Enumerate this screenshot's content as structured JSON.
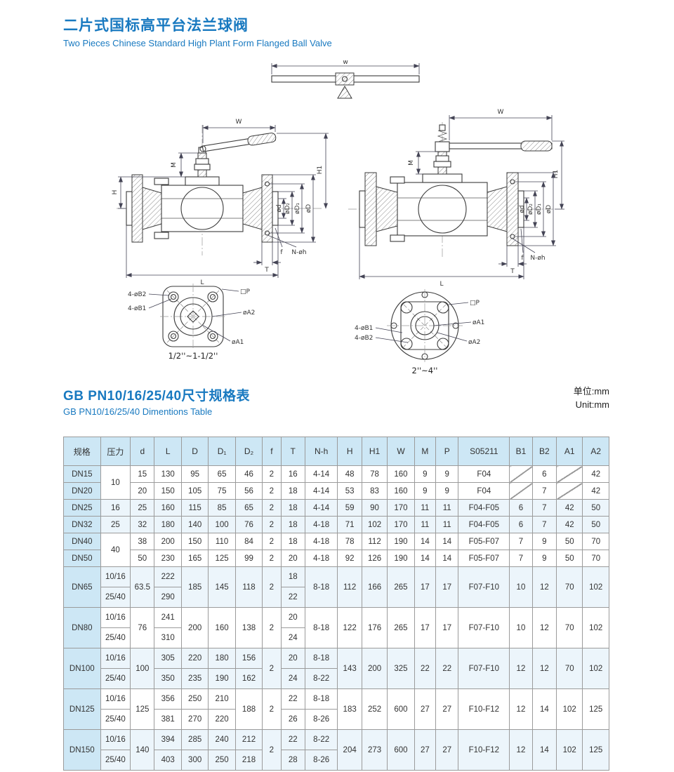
{
  "header": {
    "title_zh": "二片式国标高平台法兰球阀",
    "title_en": "Two Pieces Chinese Standard High Plant Form Flanged Ball Valve"
  },
  "drawings": {
    "dim": {
      "W": "W",
      "Wtop": "w",
      "M": "M",
      "H": "H",
      "H1": "H1",
      "d": "ød",
      "D2": "øD₂",
      "D1": "øD₁",
      "D": "øD",
      "f": "f",
      "Nh": "N-øh",
      "T": "T",
      "L": "L"
    },
    "flange": {
      "B2": "4-øB2",
      "B1": "4-øB1",
      "P": "□P",
      "A2": "øA2",
      "A1": "øA1"
    },
    "caption_small": "1/2''~1-1/2''",
    "caption_large": "2''~4''"
  },
  "section": {
    "title_zh": "GB PN10/16/25/40尺寸规格表",
    "title_en": "GB PN10/16/25/40 Dimentions Table",
    "unit_zh": "单位:mm",
    "unit_en": "Unit:mm"
  },
  "table": {
    "headers": [
      "规格",
      "压力",
      "d",
      "L",
      "D",
      "D₁",
      "D₂",
      "f",
      "T",
      "N-h",
      "H",
      "H1",
      "W",
      "M",
      "P",
      "S05211",
      "B1",
      "B2",
      "A1",
      "A2"
    ],
    "rows": [
      {
        "tint": false,
        "cells": [
          {
            "t": "DN15",
            "c": "spec"
          },
          {
            "t": "10",
            "rs": 2
          },
          {
            "t": "15"
          },
          {
            "t": "130"
          },
          {
            "t": "95"
          },
          {
            "t": "65"
          },
          {
            "t": "46"
          },
          {
            "t": "2"
          },
          {
            "t": "16"
          },
          {
            "t": "4-14"
          },
          {
            "t": "48"
          },
          {
            "t": "78"
          },
          {
            "t": "160"
          },
          {
            "t": "9"
          },
          {
            "t": "9"
          },
          {
            "t": "F04"
          },
          {
            "t": "",
            "c": "diag"
          },
          {
            "t": "6"
          },
          {
            "t": "",
            "c": "diag"
          },
          {
            "t": "42"
          }
        ]
      },
      {
        "tint": false,
        "cells": [
          {
            "t": "DN20",
            "c": "spec"
          },
          {
            "t": "20"
          },
          {
            "t": "150"
          },
          {
            "t": "105"
          },
          {
            "t": "75"
          },
          {
            "t": "56"
          },
          {
            "t": "2"
          },
          {
            "t": "18"
          },
          {
            "t": "4-14"
          },
          {
            "t": "53"
          },
          {
            "t": "83"
          },
          {
            "t": "160"
          },
          {
            "t": "9"
          },
          {
            "t": "9"
          },
          {
            "t": "F04"
          },
          {
            "t": "",
            "c": "diag"
          },
          {
            "t": "7"
          },
          {
            "t": "",
            "c": "diag"
          },
          {
            "t": "42"
          }
        ]
      },
      {
        "tint": true,
        "cells": [
          {
            "t": "DN25",
            "c": "spec"
          },
          {
            "t": "16"
          },
          {
            "t": "25"
          },
          {
            "t": "160"
          },
          {
            "t": "115"
          },
          {
            "t": "85"
          },
          {
            "t": "65"
          },
          {
            "t": "2"
          },
          {
            "t": "18"
          },
          {
            "t": "4-14"
          },
          {
            "t": "59"
          },
          {
            "t": "90"
          },
          {
            "t": "170"
          },
          {
            "t": "11"
          },
          {
            "t": "11"
          },
          {
            "t": "F04-F05"
          },
          {
            "t": "6"
          },
          {
            "t": "7"
          },
          {
            "t": "42"
          },
          {
            "t": "50"
          }
        ]
      },
      {
        "tint": true,
        "cells": [
          {
            "t": "DN32",
            "c": "spec"
          },
          {
            "t": "25"
          },
          {
            "t": "32"
          },
          {
            "t": "180"
          },
          {
            "t": "140"
          },
          {
            "t": "100"
          },
          {
            "t": "76"
          },
          {
            "t": "2"
          },
          {
            "t": "18"
          },
          {
            "t": "4-18"
          },
          {
            "t": "71"
          },
          {
            "t": "102"
          },
          {
            "t": "170"
          },
          {
            "t": "11"
          },
          {
            "t": "11"
          },
          {
            "t": "F04-F05"
          },
          {
            "t": "6"
          },
          {
            "t": "7"
          },
          {
            "t": "42"
          },
          {
            "t": "50"
          }
        ]
      },
      {
        "tint": false,
        "cells": [
          {
            "t": "DN40",
            "c": "spec"
          },
          {
            "t": "40",
            "rs": 2
          },
          {
            "t": "38"
          },
          {
            "t": "200"
          },
          {
            "t": "150"
          },
          {
            "t": "110"
          },
          {
            "t": "84"
          },
          {
            "t": "2"
          },
          {
            "t": "18"
          },
          {
            "t": "4-18"
          },
          {
            "t": "78"
          },
          {
            "t": "112"
          },
          {
            "t": "190"
          },
          {
            "t": "14"
          },
          {
            "t": "14"
          },
          {
            "t": "F05-F07"
          },
          {
            "t": "7"
          },
          {
            "t": "9"
          },
          {
            "t": "50"
          },
          {
            "t": "70"
          }
        ]
      },
      {
        "tint": false,
        "cells": [
          {
            "t": "DN50",
            "c": "spec"
          },
          {
            "t": "50"
          },
          {
            "t": "230"
          },
          {
            "t": "165"
          },
          {
            "t": "125"
          },
          {
            "t": "99"
          },
          {
            "t": "2"
          },
          {
            "t": "20"
          },
          {
            "t": "4-18"
          },
          {
            "t": "92"
          },
          {
            "t": "126"
          },
          {
            "t": "190"
          },
          {
            "t": "14"
          },
          {
            "t": "14"
          },
          {
            "t": "F05-F07"
          },
          {
            "t": "7"
          },
          {
            "t": "9"
          },
          {
            "t": "50"
          },
          {
            "t": "70"
          }
        ]
      },
      {
        "tint": true,
        "cells": [
          {
            "t": "DN65",
            "c": "spec",
            "rs": 2
          },
          {
            "t": "10/16"
          },
          {
            "t": "63.5",
            "rs": 2
          },
          {
            "t": "222"
          },
          {
            "t": "185",
            "rs": 2
          },
          {
            "t": "145",
            "rs": 2
          },
          {
            "t": "118",
            "rs": 2
          },
          {
            "t": "2",
            "rs": 2
          },
          {
            "t": "18"
          },
          {
            "t": "8-18",
            "rs": 2
          },
          {
            "t": "112",
            "rs": 2
          },
          {
            "t": "166",
            "rs": 2
          },
          {
            "t": "265",
            "rs": 2
          },
          {
            "t": "17",
            "rs": 2
          },
          {
            "t": "17",
            "rs": 2
          },
          {
            "t": "F07-F10",
            "rs": 2
          },
          {
            "t": "10",
            "rs": 2
          },
          {
            "t": "12",
            "rs": 2
          },
          {
            "t": "70",
            "rs": 2
          },
          {
            "t": "102",
            "rs": 2
          }
        ]
      },
      {
        "tint": true,
        "cells": [
          {
            "t": "25/40"
          },
          {
            "t": "290"
          },
          {
            "t": "22"
          }
        ]
      },
      {
        "tint": false,
        "cells": [
          {
            "t": "DN80",
            "c": "spec",
            "rs": 2
          },
          {
            "t": "10/16"
          },
          {
            "t": "76",
            "rs": 2
          },
          {
            "t": "241"
          },
          {
            "t": "200",
            "rs": 2
          },
          {
            "t": "160",
            "rs": 2
          },
          {
            "t": "138",
            "rs": 2
          },
          {
            "t": "2",
            "rs": 2
          },
          {
            "t": "20"
          },
          {
            "t": "8-18",
            "rs": 2
          },
          {
            "t": "122",
            "rs": 2
          },
          {
            "t": "176",
            "rs": 2
          },
          {
            "t": "265",
            "rs": 2
          },
          {
            "t": "17",
            "rs": 2
          },
          {
            "t": "17",
            "rs": 2
          },
          {
            "t": "F07-F10",
            "rs": 2
          },
          {
            "t": "10",
            "rs": 2
          },
          {
            "t": "12",
            "rs": 2
          },
          {
            "t": "70",
            "rs": 2
          },
          {
            "t": "102",
            "rs": 2
          }
        ]
      },
      {
        "tint": false,
        "cells": [
          {
            "t": "25/40"
          },
          {
            "t": "310"
          },
          {
            "t": "24"
          }
        ]
      },
      {
        "tint": true,
        "cells": [
          {
            "t": "DN100",
            "c": "spec",
            "rs": 2
          },
          {
            "t": "10/16"
          },
          {
            "t": "100",
            "rs": 2
          },
          {
            "t": "305"
          },
          {
            "t": "220"
          },
          {
            "t": "180"
          },
          {
            "t": "156"
          },
          {
            "t": "2",
            "rs": 2
          },
          {
            "t": "20"
          },
          {
            "t": "8-18"
          },
          {
            "t": "143",
            "rs": 2
          },
          {
            "t": "200",
            "rs": 2
          },
          {
            "t": "325",
            "rs": 2
          },
          {
            "t": "22",
            "rs": 2
          },
          {
            "t": "22",
            "rs": 2
          },
          {
            "t": "F07-F10",
            "rs": 2
          },
          {
            "t": "12",
            "rs": 2
          },
          {
            "t": "12",
            "rs": 2
          },
          {
            "t": "70",
            "rs": 2
          },
          {
            "t": "102",
            "rs": 2
          }
        ]
      },
      {
        "tint": true,
        "cells": [
          {
            "t": "25/40"
          },
          {
            "t": "350"
          },
          {
            "t": "235"
          },
          {
            "t": "190"
          },
          {
            "t": "162"
          },
          {
            "t": "24"
          },
          {
            "t": "8-22"
          }
        ]
      },
      {
        "tint": false,
        "cells": [
          {
            "t": "DN125",
            "c": "spec",
            "rs": 2
          },
          {
            "t": "10/16"
          },
          {
            "t": "125",
            "rs": 2
          },
          {
            "t": "356"
          },
          {
            "t": "250"
          },
          {
            "t": "210"
          },
          {
            "t": "188",
            "rs": 2
          },
          {
            "t": "2",
            "rs": 2
          },
          {
            "t": "22"
          },
          {
            "t": "8-18"
          },
          {
            "t": "183",
            "rs": 2
          },
          {
            "t": "252",
            "rs": 2
          },
          {
            "t": "600",
            "rs": 2
          },
          {
            "t": "27",
            "rs": 2
          },
          {
            "t": "27",
            "rs": 2
          },
          {
            "t": "F10-F12",
            "rs": 2
          },
          {
            "t": "12",
            "rs": 2
          },
          {
            "t": "14",
            "rs": 2
          },
          {
            "t": "102",
            "rs": 2
          },
          {
            "t": "125",
            "rs": 2
          }
        ]
      },
      {
        "tint": false,
        "cells": [
          {
            "t": "25/40"
          },
          {
            "t": "381"
          },
          {
            "t": "270"
          },
          {
            "t": "220"
          },
          {
            "t": "26"
          },
          {
            "t": "8-26"
          }
        ]
      },
      {
        "tint": true,
        "cells": [
          {
            "t": "DN150",
            "c": "spec",
            "rs": 2
          },
          {
            "t": "10/16"
          },
          {
            "t": "140",
            "rs": 2
          },
          {
            "t": "394"
          },
          {
            "t": "285"
          },
          {
            "t": "240"
          },
          {
            "t": "212"
          },
          {
            "t": "2",
            "rs": 2
          },
          {
            "t": "22"
          },
          {
            "t": "8-22"
          },
          {
            "t": "204",
            "rs": 2
          },
          {
            "t": "273",
            "rs": 2
          },
          {
            "t": "600",
            "rs": 2
          },
          {
            "t": "27",
            "rs": 2
          },
          {
            "t": "27",
            "rs": 2
          },
          {
            "t": "F10-F12",
            "rs": 2
          },
          {
            "t": "12",
            "rs": 2
          },
          {
            "t": "14",
            "rs": 2
          },
          {
            "t": "102",
            "rs": 2
          },
          {
            "t": "125",
            "rs": 2
          }
        ]
      },
      {
        "tint": true,
        "cells": [
          {
            "t": "25/40"
          },
          {
            "t": "403"
          },
          {
            "t": "300"
          },
          {
            "t": "250"
          },
          {
            "t": "218"
          },
          {
            "t": "28"
          },
          {
            "t": "8-26"
          }
        ]
      }
    ]
  }
}
